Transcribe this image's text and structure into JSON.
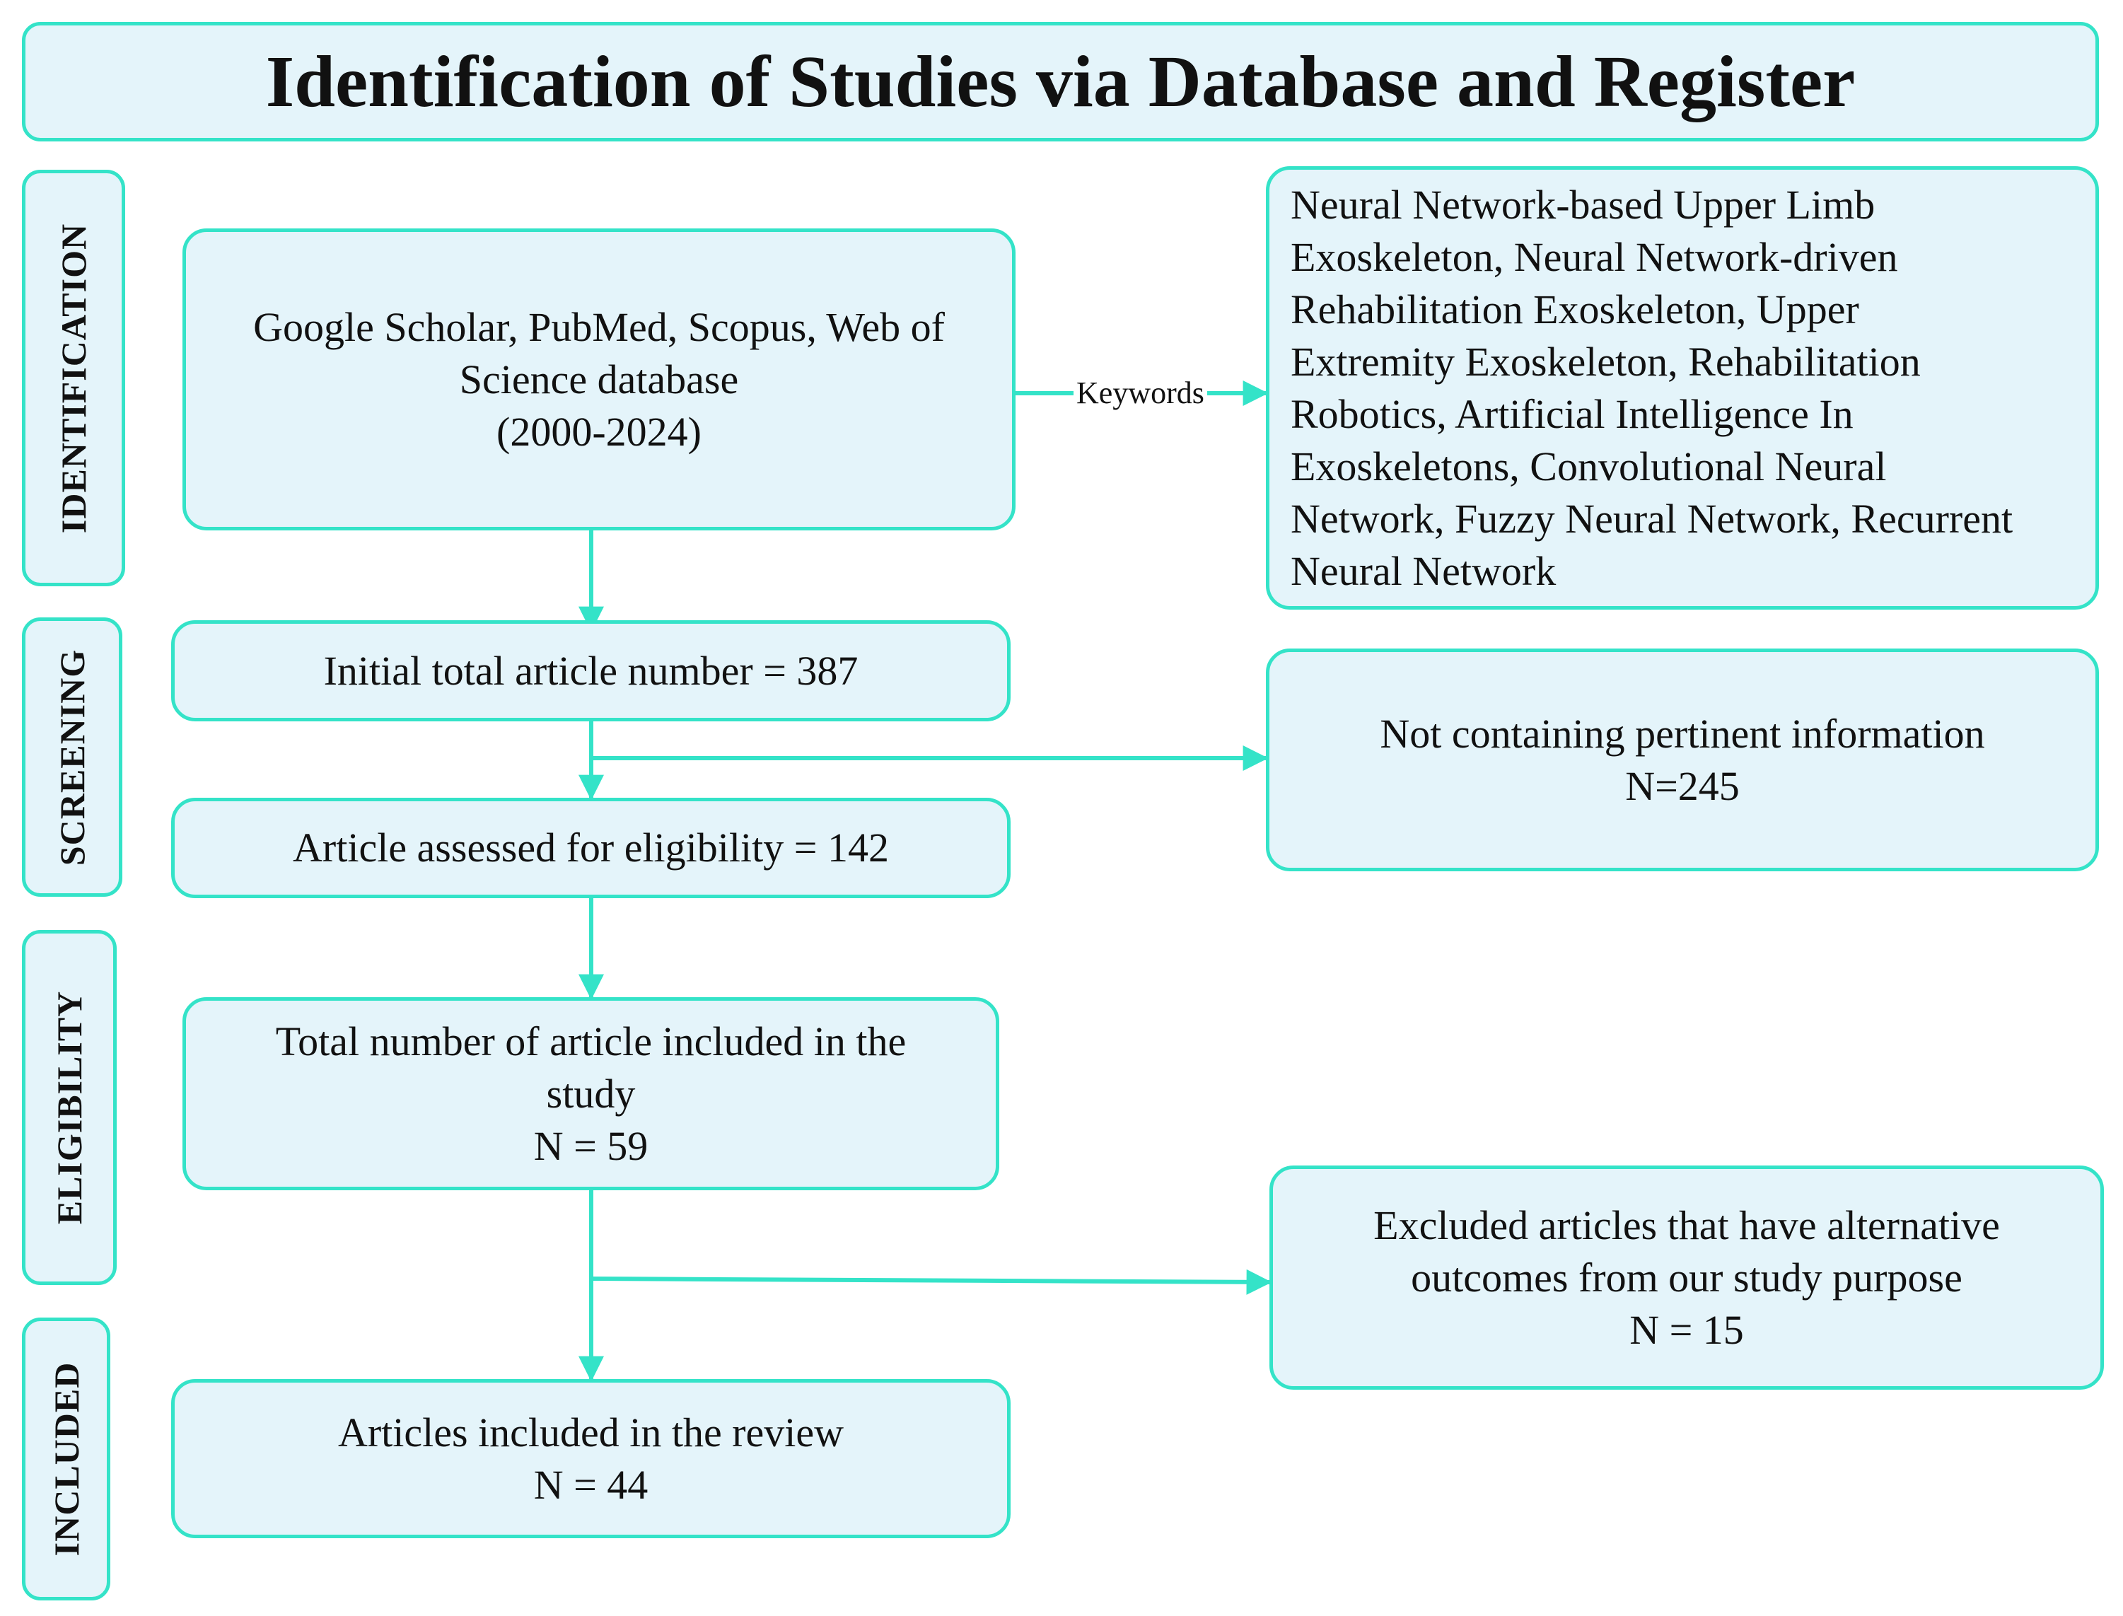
{
  "title": "Identification of Studies via Database and Register",
  "stages": {
    "identification": "IDENTIFICATION",
    "screening": "SCREENING",
    "eligibility": "ELIGIBILITY",
    "included": "INCLUDED"
  },
  "boxes": {
    "databases": [
      "Google Scholar, PubMed, Scopus, Web of",
      "Science database",
      "(2000-2024)"
    ],
    "keywords_label": "Keywords",
    "keywords": [
      "Neural Network-based Upper Limb",
      "Exoskeleton,  Neural Network-driven",
      "Rehabilitation Exoskeleton, Upper",
      "Extremity Exoskeleton, Rehabilitation",
      "Robotics, Artificial Intelligence In",
      "Exoskeletons, Convolutional Neural",
      "Network, Fuzzy Neural Network, Recurrent",
      "Neural Network"
    ],
    "initial_total": [
      "Initial total article number = 387"
    ],
    "not_pertinent": [
      "Not containing pertinent information",
      "N=245"
    ],
    "assessed": [
      "Article assessed for eligibility = 142"
    ],
    "included_study": [
      "Total number of article included in the",
      "study",
      "N = 59"
    ],
    "excluded_alt": [
      "Excluded articles that have alternative",
      "outcomes from our study purpose",
      "N = 15"
    ],
    "included_review": [
      "Articles included in the review",
      "N = 44"
    ]
  },
  "colors": {
    "box_fill": "#e4f4fa",
    "border": "#34e3c8",
    "text": "#111111"
  }
}
